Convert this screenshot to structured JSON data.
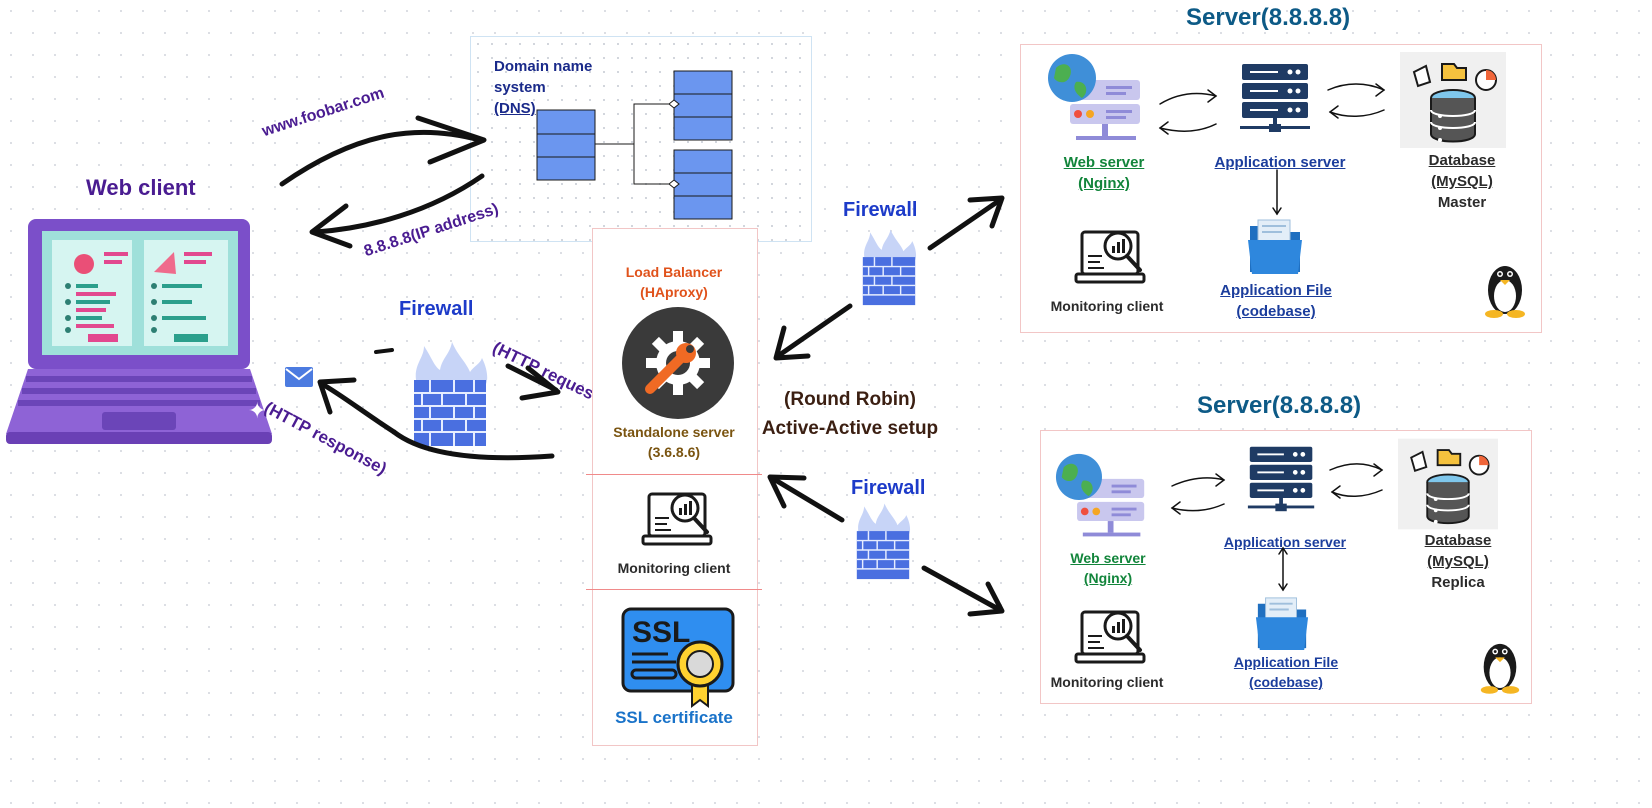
{
  "web_client": {
    "title": "Web client"
  },
  "dns": {
    "label_line1": "Domain name",
    "label_line2": "system",
    "label_line3": "(DNS)"
  },
  "requests": {
    "domain": "www.foobar.com",
    "ip_reply": "8.8.8.8(IP address)",
    "http_request": "(HTTP request)",
    "http_response": "(HTTP response)"
  },
  "firewalls": {
    "client": "Firewall",
    "top": "Firewall",
    "bottom": "Firewall"
  },
  "load_balancer": {
    "title_line1": "Load Balancer",
    "title_line2": "(HAproxy)",
    "server_line1": "Standalone server",
    "server_line2": "(3.6.8.6)",
    "monitoring": "Monitoring client",
    "ssl": "SSL certificate",
    "ssl_badge_text": "SSL"
  },
  "setup": {
    "line1": "(Round Robin)",
    "line2": "Active-Active setup"
  },
  "server_top": {
    "title": "Server(8.8.8.8)",
    "web_line1": "Web server",
    "web_line2": "(Nginx)",
    "app": "Application server",
    "db_line1": "Database",
    "db_line2": "(MySQL)",
    "db_role": "Master",
    "monitoring": "Monitoring client",
    "file_line1": "Application File",
    "file_line2": "(codebase)"
  },
  "server_bottom": {
    "title": "Server(8.8.8.8)",
    "web_line1": "Web server",
    "web_line2": "(Nginx)",
    "app": "Application server",
    "db_line1": "Database",
    "db_line2": "(MySQL)",
    "db_role": "Replica",
    "monitoring": "Monitoring client",
    "file_line1": "Application File",
    "file_line2": "(codebase)"
  },
  "colors": {
    "purple_text": "#4a1c91",
    "firewall_blue": "#1d3bc9",
    "server_title": "#0d5a86",
    "lb_orange": "#e0521b",
    "server_brown": "#7a5410",
    "ssl_blue": "#1a73c9",
    "dns_table": "#6b96ef"
  }
}
